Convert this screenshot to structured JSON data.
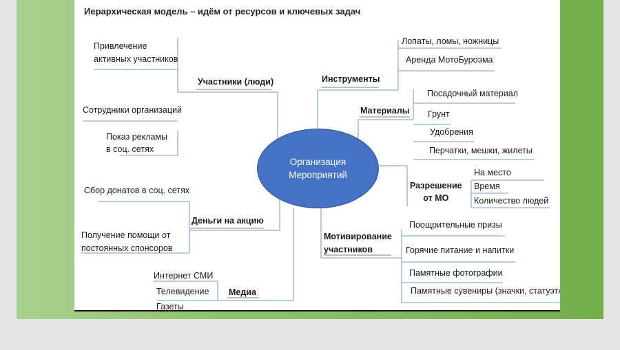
{
  "title": "Иерархическая модель – идём от ресурсов и ключевых задач",
  "center": "Организация\nМероприятий",
  "left": {
    "people": {
      "label": "Участники (люди)",
      "items": [
        "Привлечение\nактивных участников",
        "Сотрудники организаций",
        "Показ рекламы\nв соц. сетях"
      ]
    },
    "money": {
      "label": "Деньги на акцию",
      "items": [
        "Сбор донатов в соц. сетях",
        "Получение помощи от\nпостоянных спонсоров"
      ]
    },
    "media": {
      "label": "Медиа",
      "items": [
        "Интернет СМИ",
        "Телевидение",
        "Газеты"
      ]
    }
  },
  "right": {
    "tools": {
      "label": "Инструменты",
      "items": [
        "Лопаты, ломы, ножницы",
        "Аренда МотоБуроэма"
      ]
    },
    "materials": {
      "label": "Материалы",
      "items": [
        "Посадочный материал",
        "Грунт",
        "Удобрения",
        "Перчатки, мешки, жилеты"
      ]
    },
    "permission": {
      "label": "Разрешение\nот МО",
      "items": [
        "На место",
        "Время",
        "Количество людей"
      ]
    },
    "motivation": {
      "label": "Мотивирование\nучастников",
      "items": [
        "Поощрительные призы",
        "Горячие питание и напитки",
        "Памятные фотографии",
        "Памятные сувениры (значки, статуэтки"
      ]
    }
  },
  "colors": {
    "frame_green": "#8fc36b",
    "center_fill": "#4472c4",
    "line": "#8eaed6"
  }
}
